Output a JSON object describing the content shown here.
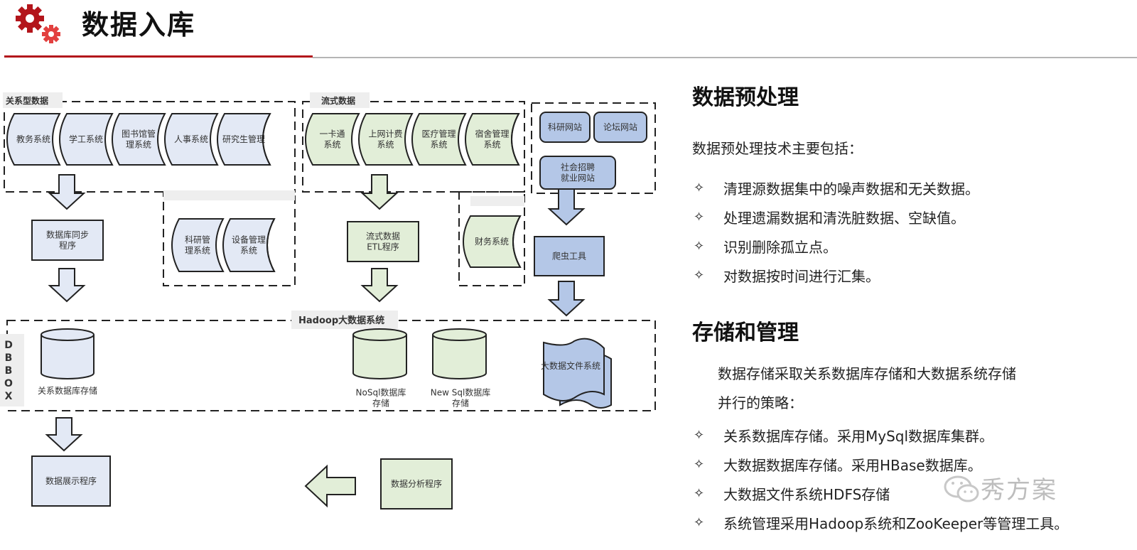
{
  "header": {
    "title": "数据入库",
    "logo_icon": "gears-icon",
    "accent_color": "#b3151b",
    "rule_grey": "#b5b5b5"
  },
  "diagram": {
    "colors": {
      "relational_fill": "#e3e9f5",
      "stream_fill": "#e2eed8",
      "web_fill": "#b4c7e7",
      "stroke": "#222222",
      "label_bg": "#eeeeee"
    },
    "relational_group": {
      "label": "关系型数据",
      "systems": [
        "教务系统",
        "学工系统",
        "图书馆管\n理系统",
        "人事系统",
        "研究生管理"
      ],
      "extra_systems": [
        "科研管\n理系统",
        "设备管理\n系统"
      ]
    },
    "stream_group": {
      "label": "流式数据",
      "systems": [
        "一卡通\n系统",
        "上网计费\n系统",
        "医疗管理\n系统",
        "宿舍管理\n系统"
      ],
      "extra_systems": [
        "财务系统"
      ]
    },
    "web_group": {
      "sites": [
        "科研网站",
        "论坛网站",
        "社会招聘\n就业网站"
      ]
    },
    "processes": {
      "db_sync": "数据库同步\n程序",
      "stream_etl": "流式数据\nETL程序",
      "crawler": "爬虫工具",
      "display": "数据展示程序",
      "analysis": "数据分析程序"
    },
    "hadoop_group": {
      "label": "Hadoop大数据系统",
      "side_label": "DBBOX",
      "stores": {
        "relational": "关系数据库存储",
        "nosql": "NoSql数据库\n存储",
        "newsql": "New Sql数据库\n存储",
        "dfs": "大数据文件系统"
      }
    }
  },
  "preprocess": {
    "heading": "数据预处理",
    "intro": "数据预处理技术主要包括：",
    "bullet_marker": "✧",
    "items": [
      "清理源数据集中的噪声数据和无关数据。",
      "处理遗漏数据和清洗脏数据、空缺值。",
      "识别删除孤立点。",
      "对数据按时间进行汇集。"
    ]
  },
  "storage": {
    "heading": "存储和管理",
    "intro_line1": "数据存储采取关系数据库存储和大数据系统存储",
    "intro_line2": "并行的策略：",
    "bullet_marker": "✧",
    "items": [
      "关系数据库存储。采用MySql数据库集群。",
      "大数据数据库存储。采用HBase数据库。",
      "大数据文件系统HDFS存储",
      "系统管理采用Hadoop系统和ZooKeeper等管理工具。"
    ]
  },
  "watermark": {
    "icon": "wechat-icon",
    "text": "秀方案"
  }
}
